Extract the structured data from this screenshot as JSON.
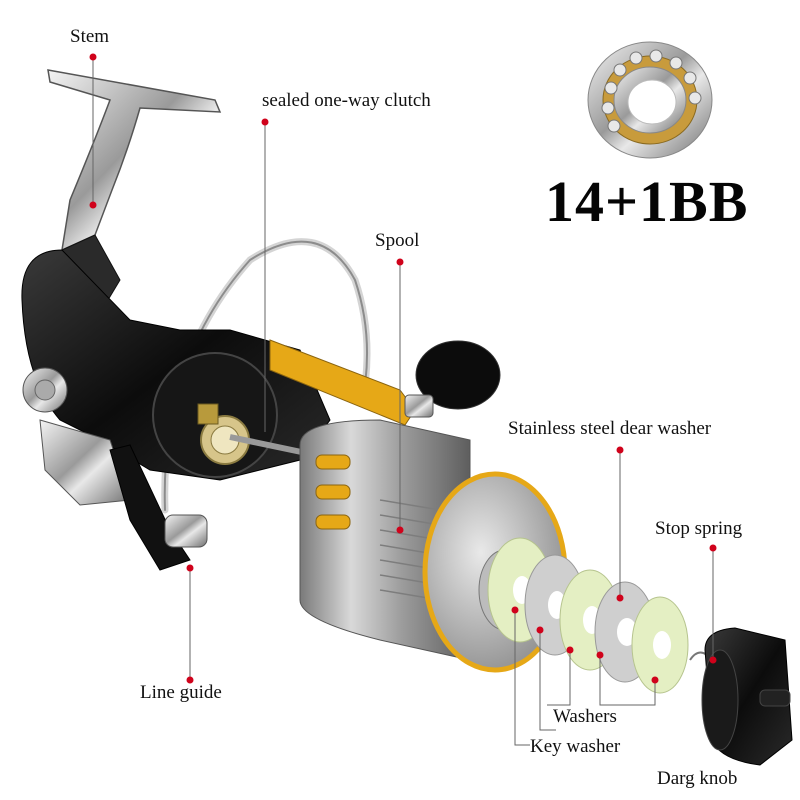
{
  "diagram": {
    "bearing_count_text": "14+1BB",
    "labels": {
      "stem": "Stem",
      "clutch": "sealed  one-way clutch",
      "spool": "Spool",
      "steel_washer": "Stainless steel dear washer",
      "stop_spring": "Stop  spring",
      "line_guide": "Line guide",
      "washers": "Washers",
      "key_washer": "Key washer",
      "drag_knob": "Darg knob"
    },
    "colors": {
      "pointer_dot": "#d0021b",
      "leader_line": "#666666",
      "reel_black": "#111111",
      "reel_silver": "#c8c8c8",
      "gold_accent": "#e6a817",
      "felt_washer": "#e4efc3",
      "metal_washer": "#cfcfcf"
    }
  }
}
